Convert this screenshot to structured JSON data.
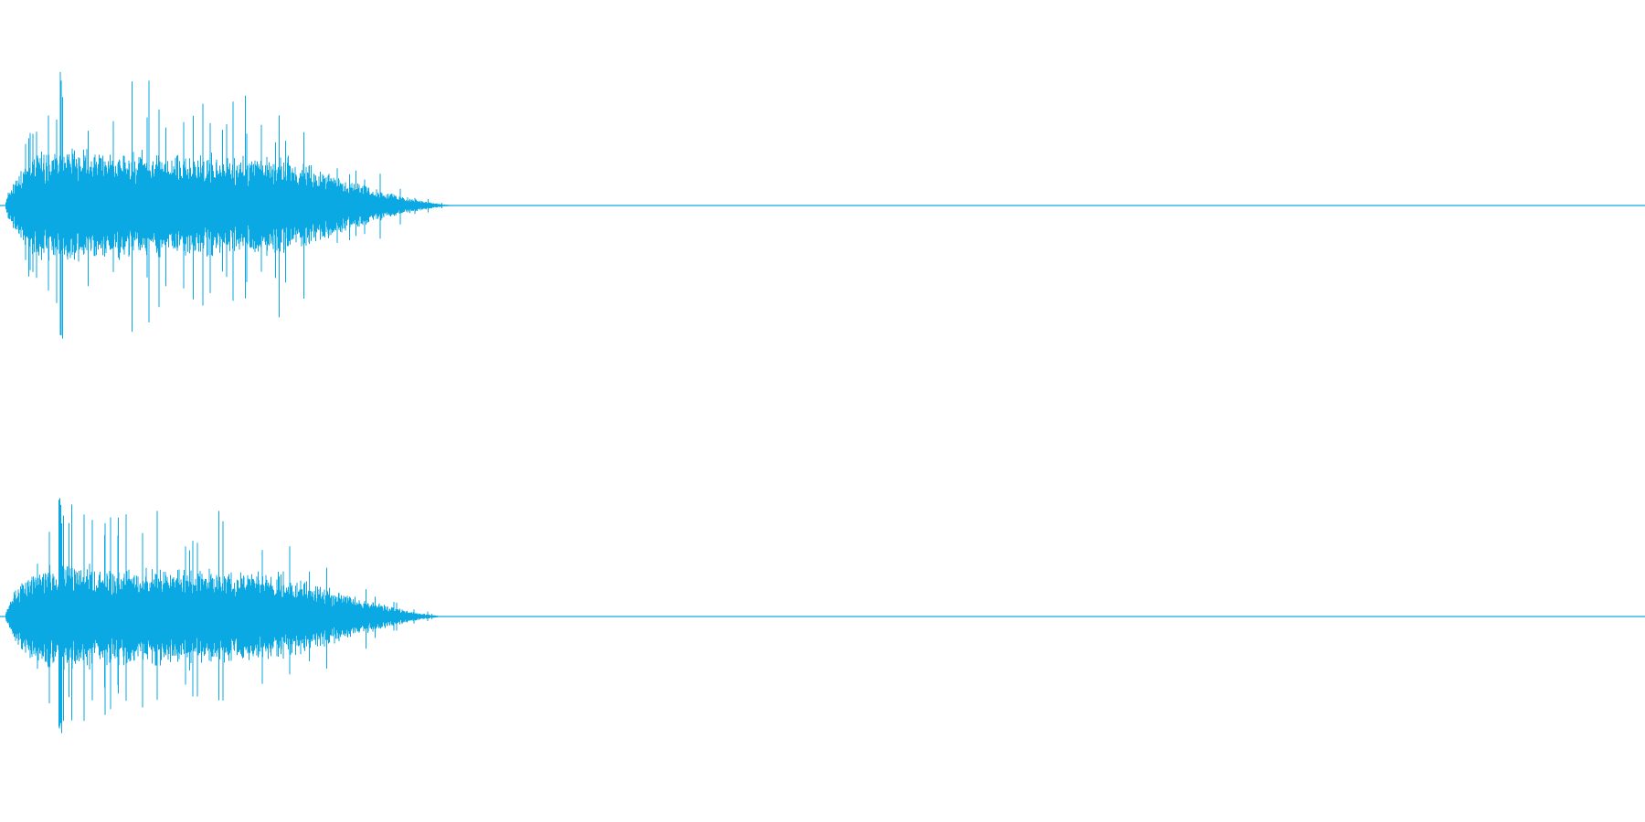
{
  "view": {
    "background": "#ffffff",
    "waveform_color": "#0aa9e3"
  },
  "channels": [
    {
      "name": "",
      "envelope": {
        "start_fraction": 0.0,
        "end_fraction": 0.277,
        "attack_fraction": 0.02,
        "peak_amplitude": 0.62,
        "typical_amplitude": 0.27
      }
    },
    {
      "name": "",
      "envelope": {
        "start_fraction": 0.0,
        "end_fraction": 0.272,
        "attack_fraction": 0.02,
        "peak_amplitude": 0.56,
        "typical_amplitude": 0.25
      }
    }
  ]
}
